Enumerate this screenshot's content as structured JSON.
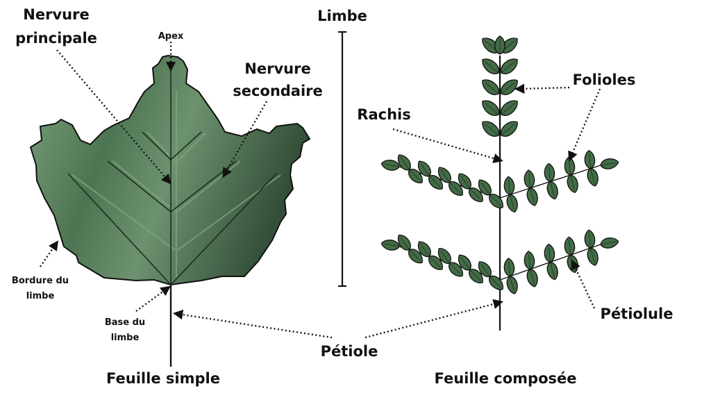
{
  "labels": {
    "nervure_principale_1": "Nervure",
    "nervure_principale_2": "principale",
    "apex": "Apex",
    "nervure_secondaire_1": "Nervure",
    "nervure_secondaire_2": "secondaire",
    "limbe": "Limbe",
    "bordure_1": "Bordure du",
    "bordure_2": "limbe",
    "base_1": "Base du",
    "base_2": "limbe",
    "feuille_simple": "Feuille simple",
    "rachis": "Rachis",
    "folioles": "Folioles",
    "petiolule": "Pétiolule",
    "petiole": "Pétiole",
    "feuille_composee": "Feuille composée"
  },
  "colors": {
    "leaf_dark": "#375a3c",
    "leaf_light": "#7b9f7b",
    "leaflet": "#426b46",
    "outline": "#111111"
  }
}
